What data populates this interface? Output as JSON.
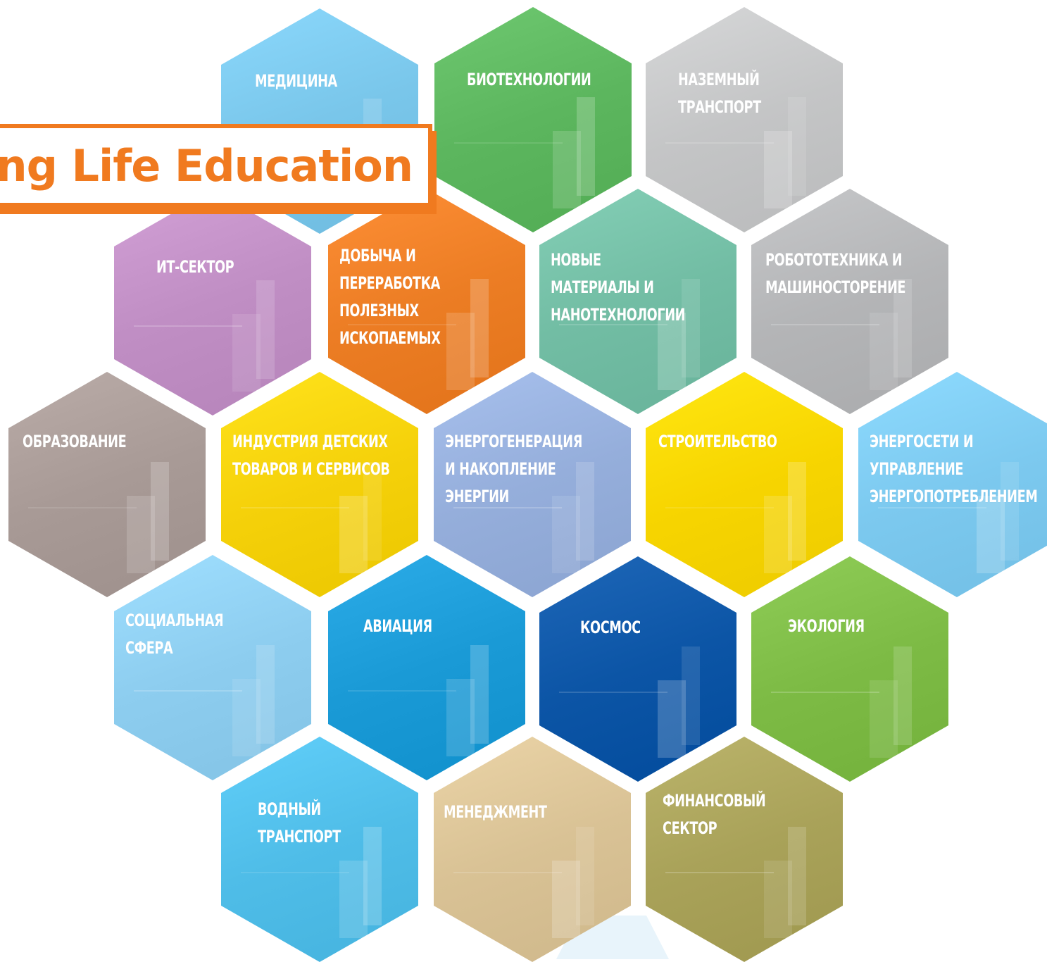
{
  "banner": {
    "text": "ong Life Education",
    "color": "#f07a1f"
  },
  "hexes": [
    {
      "id": "medicine",
      "lines": [
        "МЕДИЦИНА"
      ],
      "color": "#79c6ea"
    },
    {
      "id": "biotech",
      "lines": [
        "БИОТЕХНОЛОГИИ"
      ],
      "color": "#5cb65e"
    },
    {
      "id": "ground-transport",
      "lines": [
        "НАЗЕМНЫЙ",
        "ТРАНСПОРТ"
      ],
      "color": "#c4c5c6"
    },
    {
      "id": "it-sector",
      "lines": [
        "ИТ-СЕКТОР"
      ],
      "color": "#c08ec4"
    },
    {
      "id": "mining",
      "lines": [
        "ДОБЫЧА И",
        "ПЕРЕРАБОТКА",
        "ПОЛЕЗНЫХ",
        "ИСКОПАЕМЫХ"
      ],
      "color": "#ec7d24"
    },
    {
      "id": "new-materials",
      "lines": [
        "НОВЫЕ",
        "МАТЕРИАЛЫ И",
        "НАНОТЕХНОЛОГИИ"
      ],
      "color": "#72bda4"
    },
    {
      "id": "robotics",
      "lines": [
        "РОБОТОТЕХНИКА И",
        "МАШИНОСТОРЕНИЕ"
      ],
      "color": "#b4b5b7"
    },
    {
      "id": "education",
      "lines": [
        "ОБРАЗОВАНИЕ"
      ],
      "color": "#a89a96"
    },
    {
      "id": "kids-industry",
      "lines": [
        "ИНДУСТРИЯ ДЕТСКИХ",
        "ТОВАРОВ И СЕРВИСОВ"
      ],
      "color": "#f5d10a"
    },
    {
      "id": "energy-generation",
      "lines": [
        "ЭНЕРГОГЕНЕРАЦИЯ",
        "И НАКОПЛЕНИЕ",
        "ЭНЕРГИИ"
      ],
      "color": "#95aedb"
    },
    {
      "id": "construction",
      "lines": [
        "СТРОИТЕЛЬСТВО"
      ],
      "color": "#f7d500"
    },
    {
      "id": "energy-grids",
      "lines": [
        "ЭНЕРГОСЕТИ И",
        "УПРАВЛЕНИЕ",
        "ЭНЕРГОПОТРЕБЛЕНИЕМ"
      ],
      "color": "#7cc9ef"
    },
    {
      "id": "social",
      "lines": [
        "СОЦИАЛЬНАЯ",
        "СФЕРА"
      ],
      "color": "#8dcdef"
    },
    {
      "id": "aviation",
      "lines": [
        "АВИАЦИЯ"
      ],
      "color": "#1a9ad6"
    },
    {
      "id": "space",
      "lines": [
        "КОСМОС"
      ],
      "color": "#0c55a6"
    },
    {
      "id": "ecology",
      "lines": [
        "ЭКОЛОГИЯ"
      ],
      "color": "#7dbb45"
    },
    {
      "id": "water-transport",
      "lines": [
        "ВОДНЫЙ",
        "ТРАНСПОРТ"
      ],
      "color": "#4fbde8"
    },
    {
      "id": "management",
      "lines": [
        "МЕНЕДЖМЕНТ"
      ],
      "color": "#d9c295"
    },
    {
      "id": "finance",
      "lines": [
        "ФИНАНСОВЫЙ",
        "СЕКТОР"
      ],
      "color": "#a9a259"
    }
  ]
}
